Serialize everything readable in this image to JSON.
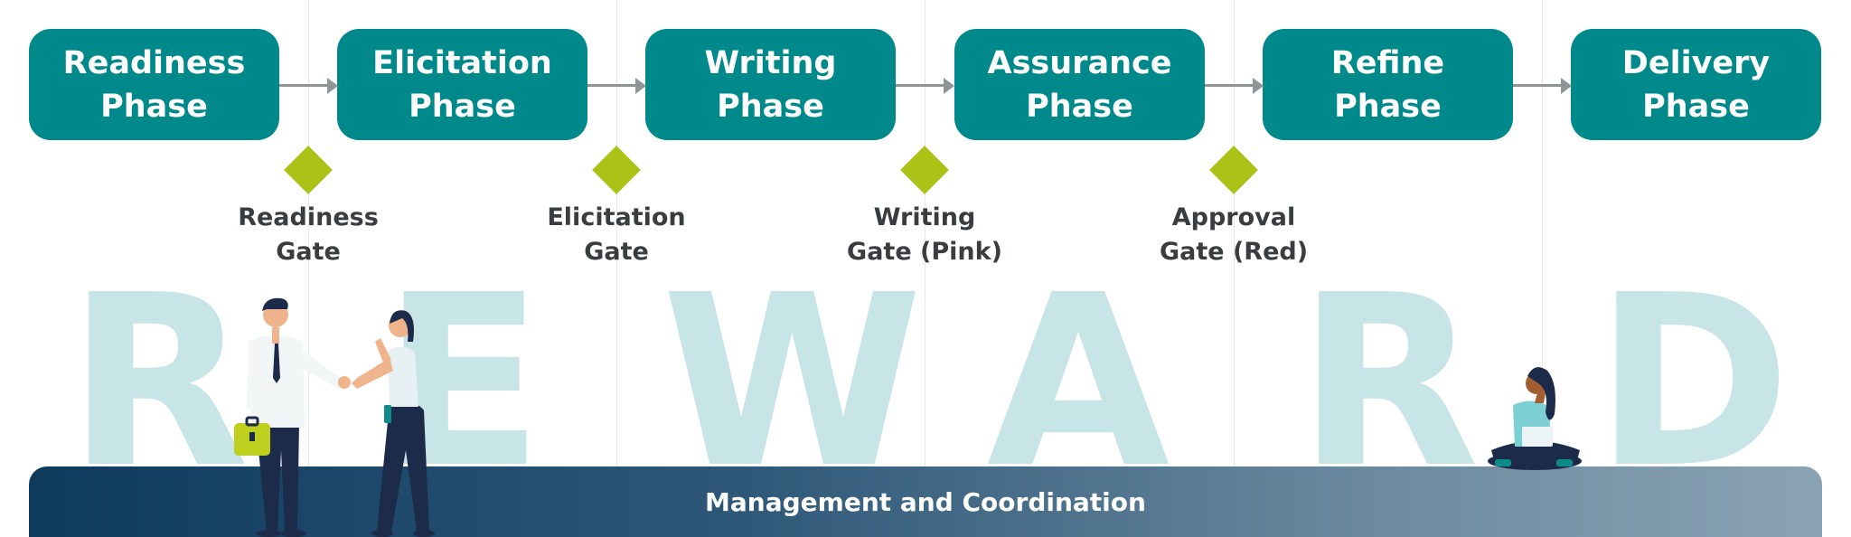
{
  "diagram": {
    "background_word_letters": [
      "R",
      "E",
      "W",
      "A",
      "R",
      "D"
    ],
    "phases": [
      {
        "line1": "Readiness",
        "line2": "Phase"
      },
      {
        "line1": "Elicitation",
        "line2": "Phase"
      },
      {
        "line1": "Writing",
        "line2": "Phase"
      },
      {
        "line1": "Assurance",
        "line2": "Phase"
      },
      {
        "line1": "Refine",
        "line2": "Phase"
      },
      {
        "line1": "Delivery",
        "line2": "Phase"
      }
    ],
    "gates": [
      {
        "line1": "Readiness",
        "line2": "Gate"
      },
      {
        "line1": "Elicitation",
        "line2": "Gate"
      },
      {
        "line1": "Writing",
        "line2": "Gate (Pink)"
      },
      {
        "line1": "Approval",
        "line2": "Gate (Red)"
      }
    ],
    "management_bar_label": "Management and Coordination",
    "colors": {
      "phase_box": "#00898a",
      "gate_diamond": "#aac316",
      "background_letters": "#c7e4e7",
      "arrow": "#8f9596",
      "management_bar_start": "#0e3a5c",
      "management_bar_end": "#8aa3b4"
    },
    "illustrations": [
      "handshake-people-illustration",
      "seated-person-with-laptop-illustration"
    ]
  }
}
